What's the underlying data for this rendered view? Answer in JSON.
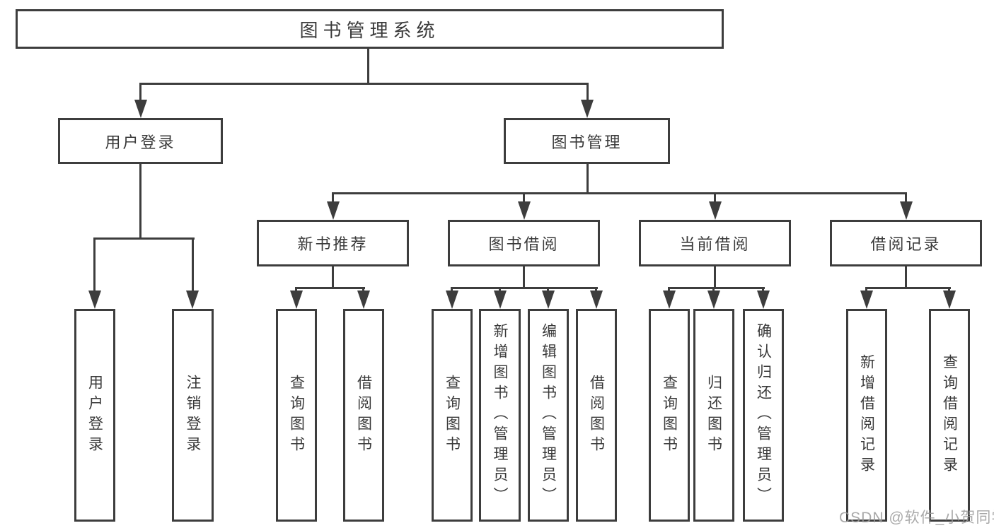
{
  "diagram": {
    "root": {
      "label": "图书管理系统"
    },
    "level2": [
      {
        "label": "用户登录"
      },
      {
        "label": "图书管理"
      }
    ],
    "level3": [
      {
        "label": "新书推荐"
      },
      {
        "label": "图书借阅"
      },
      {
        "label": "当前借阅"
      },
      {
        "label": "借阅记录"
      }
    ],
    "leaves": {
      "user_login": [
        "用户登录",
        "注销登录"
      ],
      "new_books": [
        "查询图书",
        "借阅图书"
      ],
      "book_borrowing": [
        "查询图书",
        "新增图书（管理员）",
        "编辑图书（管理员）",
        "借阅图书"
      ],
      "current_borrowing": [
        "查询图书",
        "归还图书",
        "确认归还（管理员）"
      ],
      "borrowing_records": [
        "新增借阅记录",
        "查询借阅记录"
      ]
    }
  },
  "watermark": "CSDN @软件_小贺同学",
  "colors": {
    "line": "#3d3d3d",
    "text": "#3a3a3a",
    "watermark": "#9b9b9b",
    "background": "#ffffff"
  }
}
